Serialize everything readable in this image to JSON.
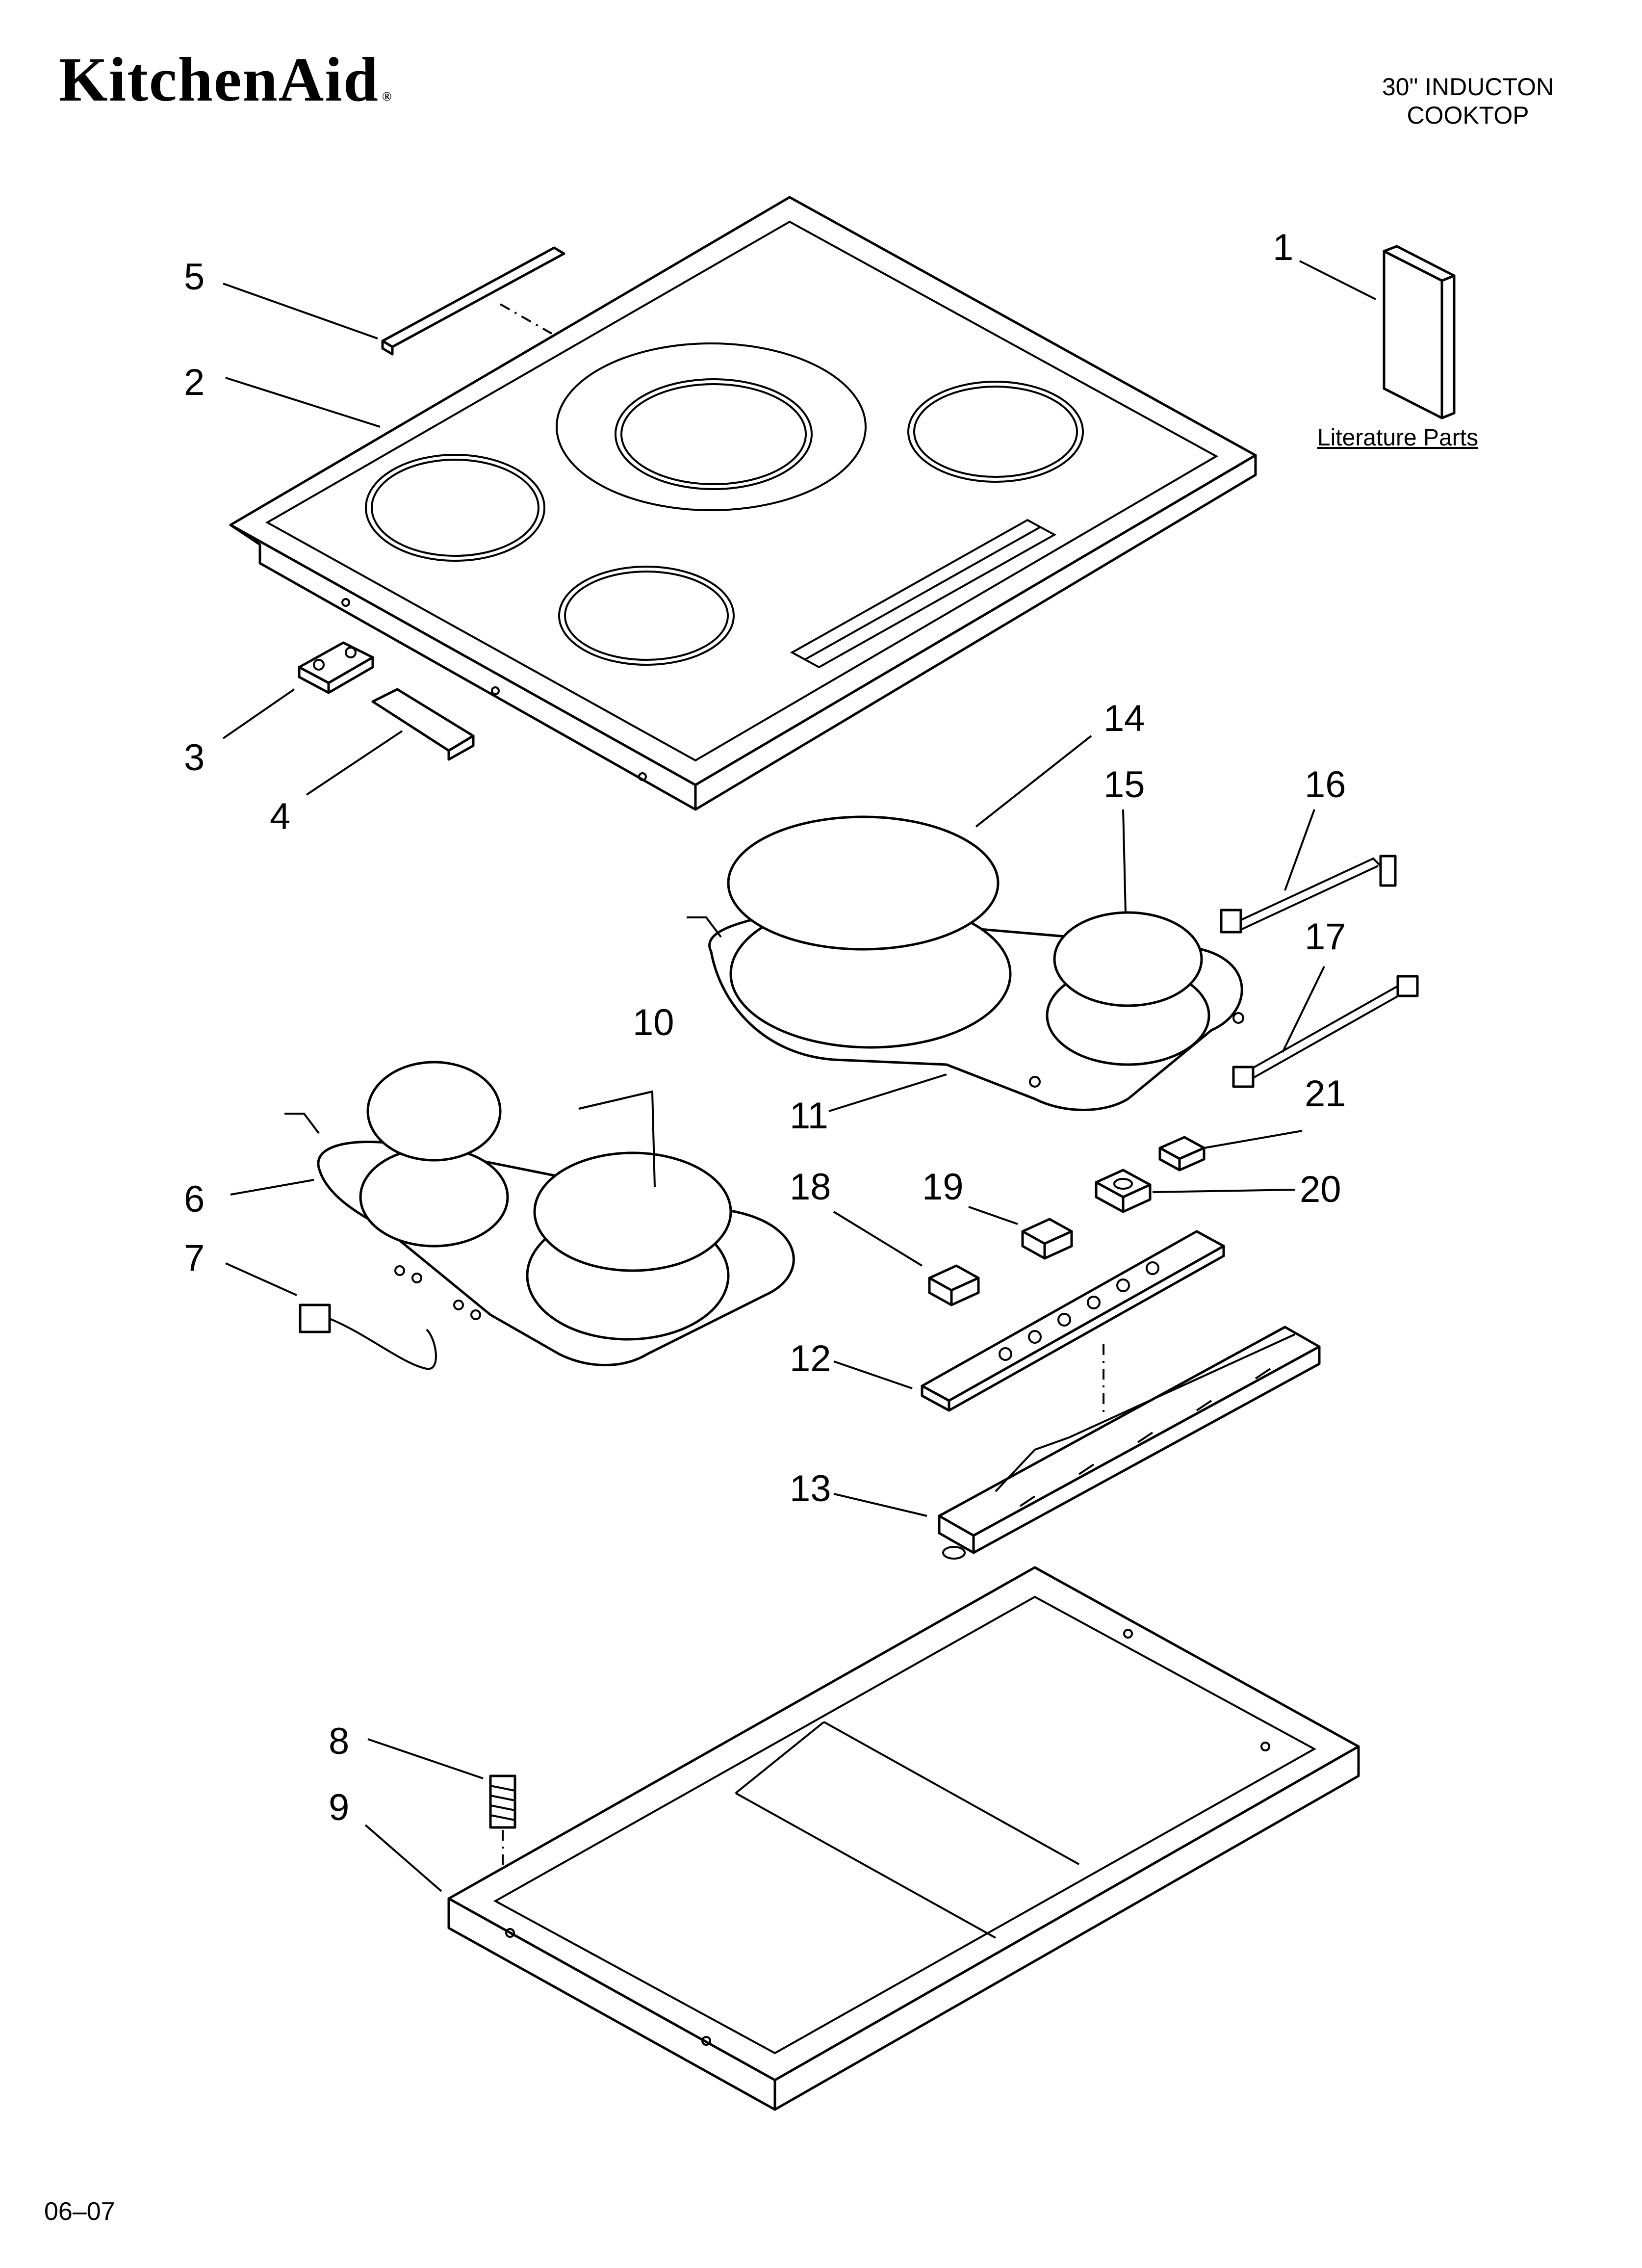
{
  "header": {
    "brand": "KitchenAid",
    "registered_mark": "®",
    "title_line1": "30\" INDUCTON",
    "title_line2": "COOKTOP"
  },
  "literature_label": "Literature Parts",
  "footer": {
    "date_code": "06–07"
  },
  "callouts": [
    "1",
    "2",
    "3",
    "4",
    "5",
    "6",
    "7",
    "8",
    "9",
    "10",
    "11",
    "12",
    "13",
    "14",
    "15",
    "16",
    "17",
    "18",
    "19",
    "20",
    "21"
  ]
}
